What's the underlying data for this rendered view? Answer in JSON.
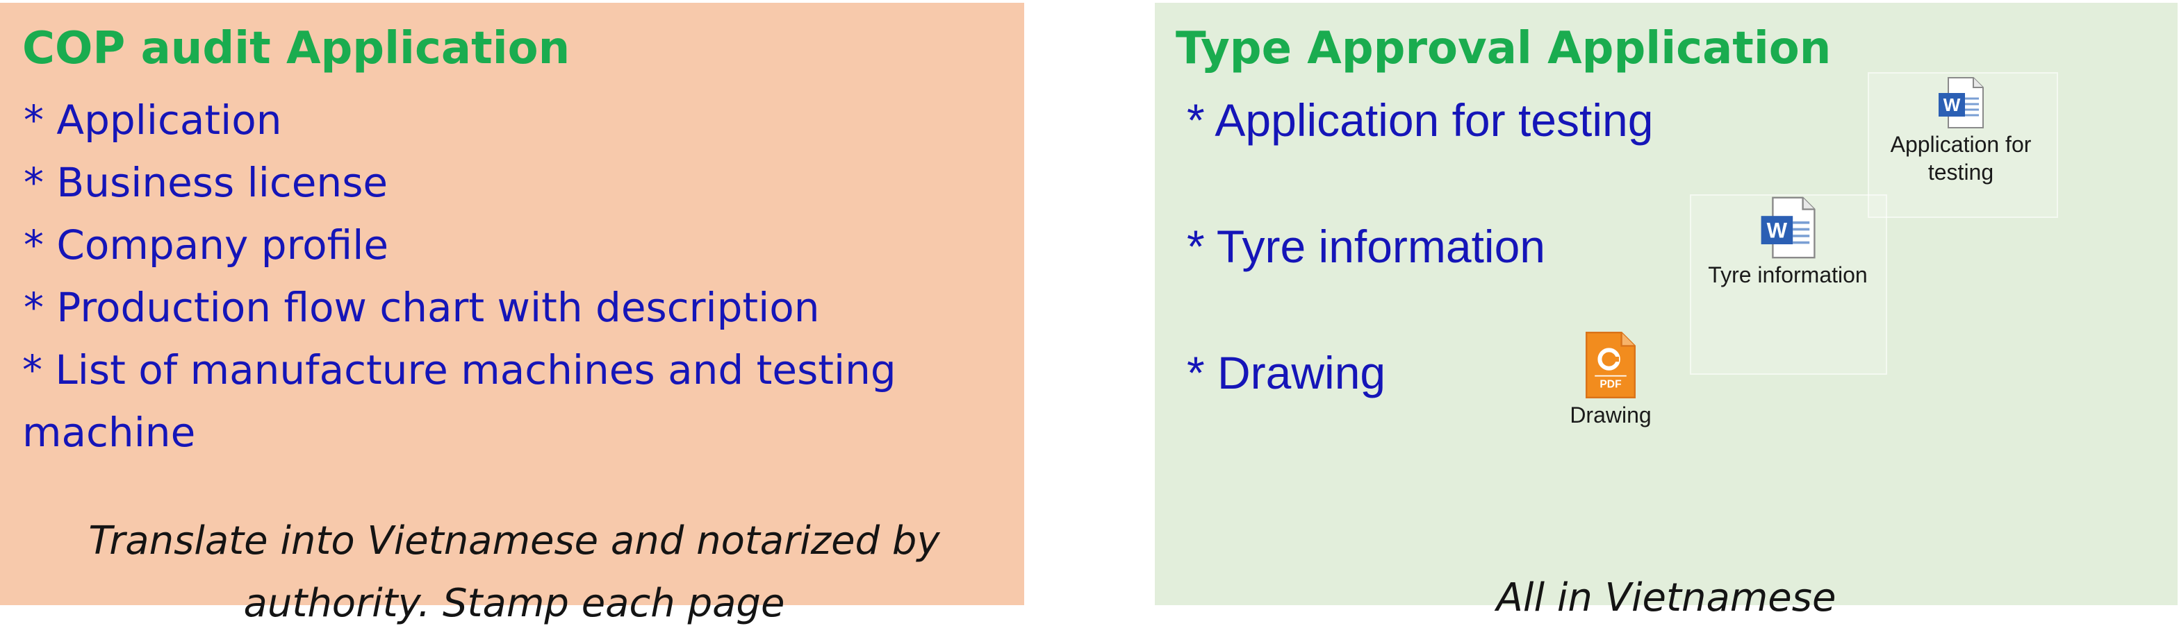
{
  "left": {
    "title": "COP audit Application",
    "items": [
      "* Application",
      "* Business license",
      "* Company profile",
      "* Production flow chart with description",
      "* List of manufacture machines and testing machine"
    ],
    "note": "Translate into Vietnamese and notarized by authority. Stamp each page"
  },
  "right": {
    "title": "Type Approval Application",
    "items": [
      "* Application for testing",
      "* Tyre information",
      "* Drawing"
    ],
    "attachments": [
      {
        "label": "Application for testing",
        "icon": "word-document-icon"
      },
      {
        "label": "Tyre information",
        "icon": "word-document-icon"
      },
      {
        "label": "Drawing",
        "icon": "pdf-document-icon"
      }
    ],
    "note": "All in Vietnamese"
  },
  "colors": {
    "left_bg": "#f7c9ab",
    "right_bg": "#e2eedb",
    "title": "#1aac4f",
    "bullet_text": "#1515b8",
    "word_blue": "#2b5fb4",
    "pdf_orange": "#f28c1e"
  }
}
